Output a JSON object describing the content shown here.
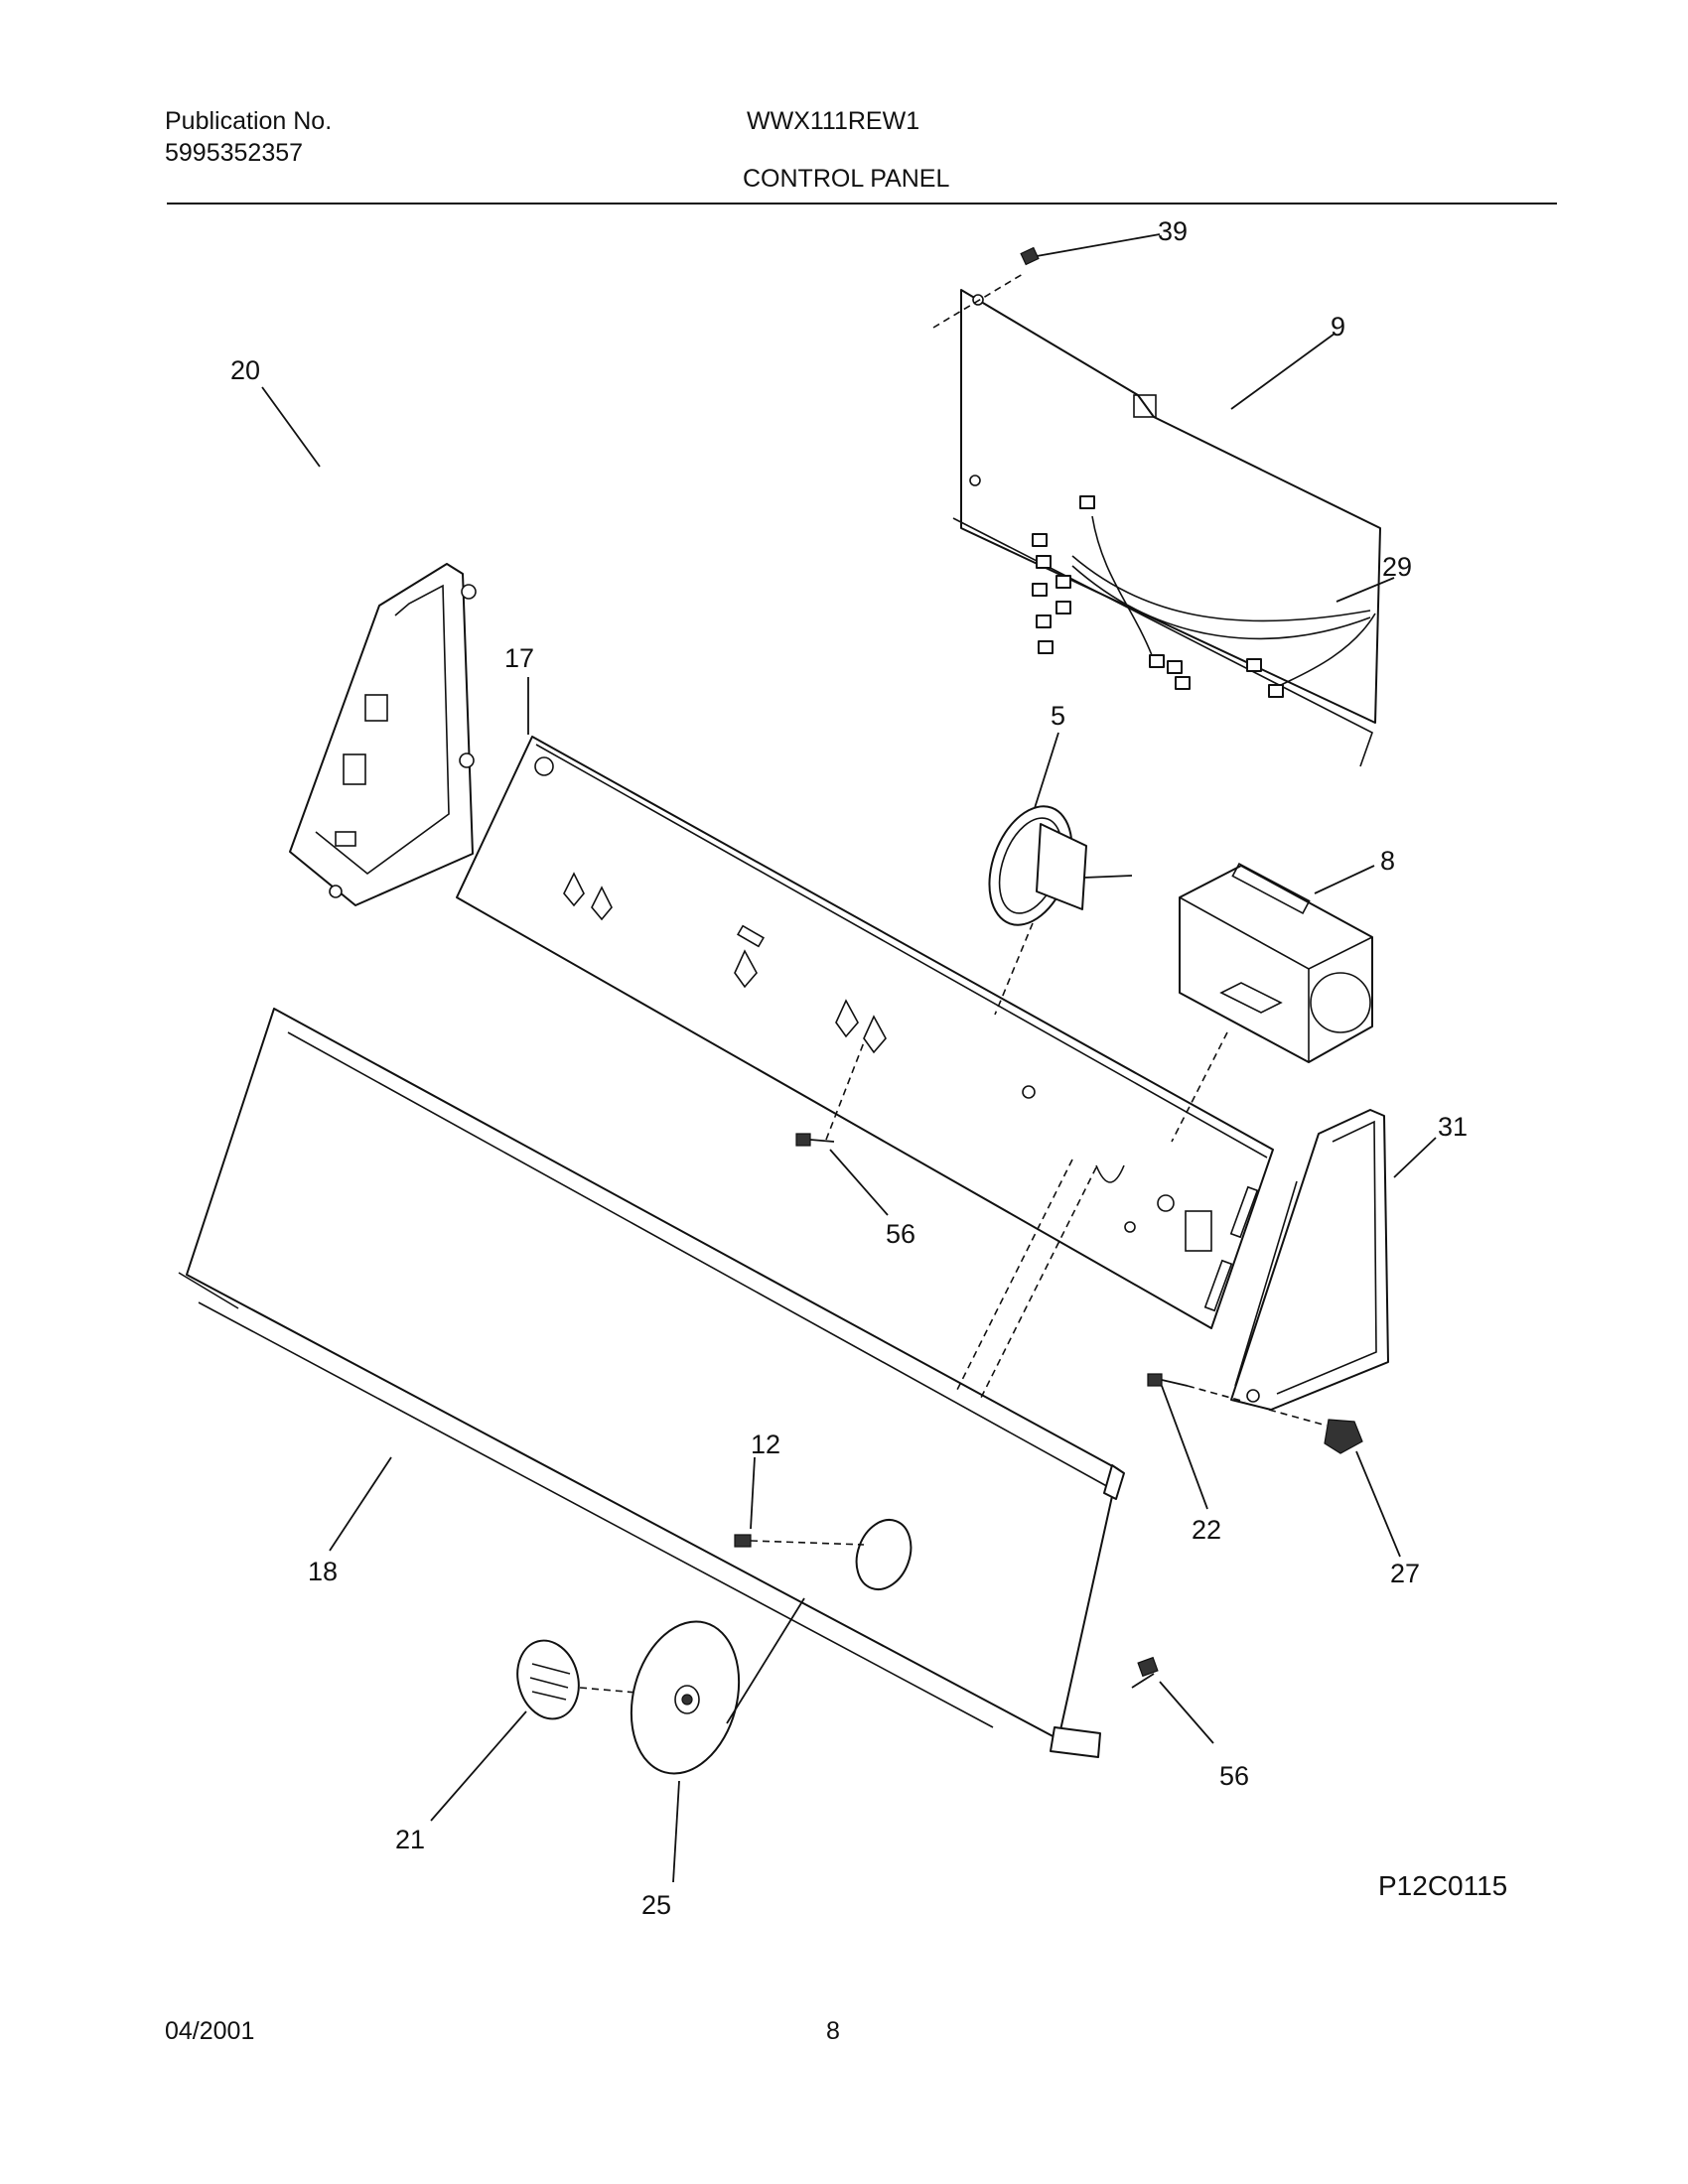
{
  "header": {
    "publication_label": "Publication No.",
    "publication_number": "5995352357",
    "model": "WWX111REW1",
    "section_title": "CONTROL PANEL"
  },
  "footer": {
    "date": "04/2001",
    "page_number": "8"
  },
  "drawing_code": "P12C0115",
  "callouts": [
    {
      "id": "c39",
      "label": "39"
    },
    {
      "id": "c9",
      "label": "9"
    },
    {
      "id": "c29",
      "label": "29"
    },
    {
      "id": "c20",
      "label": "20"
    },
    {
      "id": "c17",
      "label": "17"
    },
    {
      "id": "c5",
      "label": "5"
    },
    {
      "id": "c8",
      "label": "8"
    },
    {
      "id": "c31",
      "label": "31"
    },
    {
      "id": "c56a",
      "label": "56"
    },
    {
      "id": "c12",
      "label": "12"
    },
    {
      "id": "c22",
      "label": "22"
    },
    {
      "id": "c27",
      "label": "27"
    },
    {
      "id": "c18",
      "label": "18"
    },
    {
      "id": "c21",
      "label": "21"
    },
    {
      "id": "c25",
      "label": "25"
    },
    {
      "id": "c56b",
      "label": "56"
    }
  ]
}
